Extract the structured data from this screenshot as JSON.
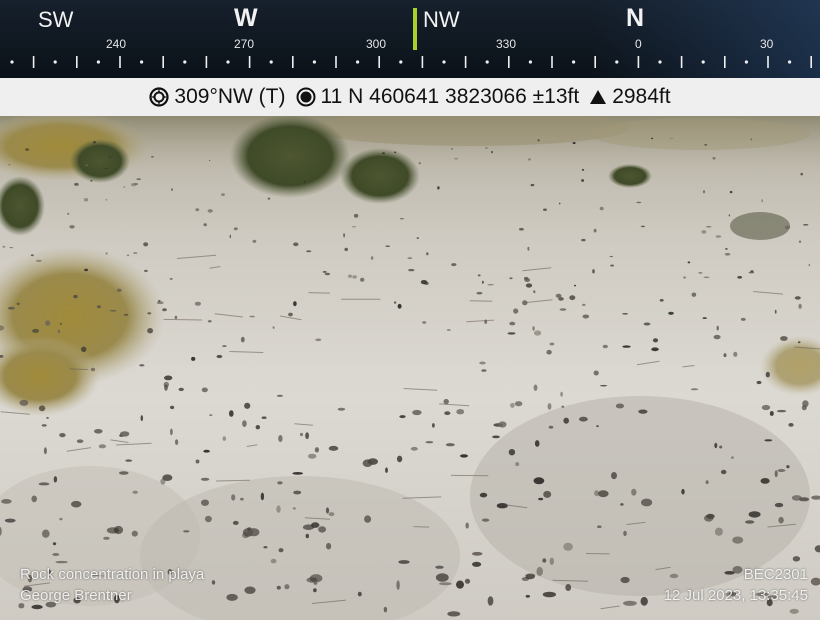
{
  "compass": {
    "directions": [
      {
        "label": "SW",
        "major": false
      },
      {
        "label": "W",
        "major": true
      },
      {
        "label": "NW",
        "major": false
      },
      {
        "label": "N",
        "major": true
      }
    ],
    "degrees": [
      "240",
      "270",
      "300",
      "330",
      "0",
      "30"
    ],
    "marker_color": "#a6d12a"
  },
  "infobar": {
    "heading": "309°NW (T)",
    "position": "11 N 460641 3823066 ±13ft",
    "elevation": "2984ft",
    "icons": [
      "compass-rose-icon",
      "target-icon",
      "triangle-up-icon"
    ]
  },
  "photo": {
    "title": "Rock concentration in playa",
    "author": "George Brentner",
    "id": "BEC2301",
    "timestamp": "12 Jul 2023, 13:35:45"
  }
}
